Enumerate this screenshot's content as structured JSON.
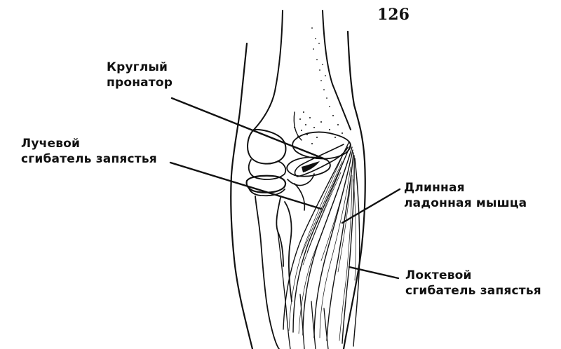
{
  "page_number": "126",
  "labels": {
    "pronator_teres": {
      "line1": "Круглый",
      "line2": "пронатор"
    },
    "flexor_carpi_radialis": {
      "line1": "Лучевой",
      "line2": "сгибатель  запястья"
    },
    "palmaris_longus": {
      "line1": "Длинная",
      "line2": "ладонная  мышца"
    },
    "flexor_carpi_ulnaris": {
      "line1": "Локтевой",
      "line2": "сгибатель  запястья"
    }
  },
  "colors": {
    "ink": "#111111",
    "paper": "#ffffff"
  }
}
